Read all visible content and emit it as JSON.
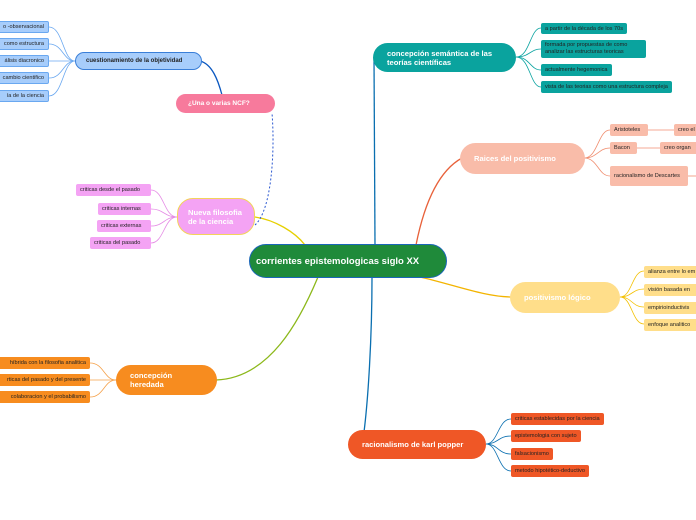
{
  "colors": {
    "root": "#1f8a3a",
    "semantica": "#0aa39e",
    "raices": "#f9bca9",
    "logico": "#ffde8a",
    "popper": "#ef5726",
    "heredada": "#f78c1f",
    "nueva": "#f4a3f4",
    "ncf": "#f77a9c",
    "objetividad": "#a7cdfb"
  },
  "root": {
    "label": "corrientes epistemologicas siglo XX"
  },
  "branches": {
    "semantica": {
      "label": "concepción semántica de las teorías científicas",
      "items": [
        "a partir de la década de los 70s",
        "formada por propuestas de como analizar las estructuras teoricas",
        "actualmente hegemonica",
        "vista de las teorias como una estructura compleja"
      ]
    },
    "raices": {
      "label": "Raices del positivismo",
      "items": [
        {
          "label": "Aristoteles",
          "child": "creo el"
        },
        {
          "label": "Bacon",
          "child": "creo organ"
        },
        {
          "label": "racionalismo de Descartes",
          "child": ""
        }
      ]
    },
    "logico": {
      "label": "positivismo lógico",
      "items": [
        "alianza entre lo em",
        "visión basada en",
        "empirioinductivis",
        "enfoque analitico"
      ]
    },
    "popper": {
      "label": "racionalismo de karl popper",
      "items": [
        "criticas establecidas por la ciencia",
        "epistemologia con sujeto",
        "falsacionismo",
        "metodo hipotético-deductivo"
      ]
    },
    "heredada": {
      "label": "concepción heredada",
      "items": [
        "híbrida con la filosofia analitica",
        "rticas del pasado y del presente",
        "colaboracion y el probabilismo"
      ]
    },
    "nueva": {
      "label": "Nueva filosofia de la ciencia",
      "items": [
        "criticas desde el pasado",
        "criticas internas",
        "criticas externas",
        "criticas del pasado"
      ]
    },
    "ncf": {
      "label": "¿Una o varias NCF?"
    },
    "objetividad": {
      "label": "cuestionamiento de la objetividad",
      "items": [
        "o -observacional",
        "como estructura",
        "álisis diacronico",
        "cambio cientifico",
        "ía de la ciencia"
      ]
    }
  }
}
